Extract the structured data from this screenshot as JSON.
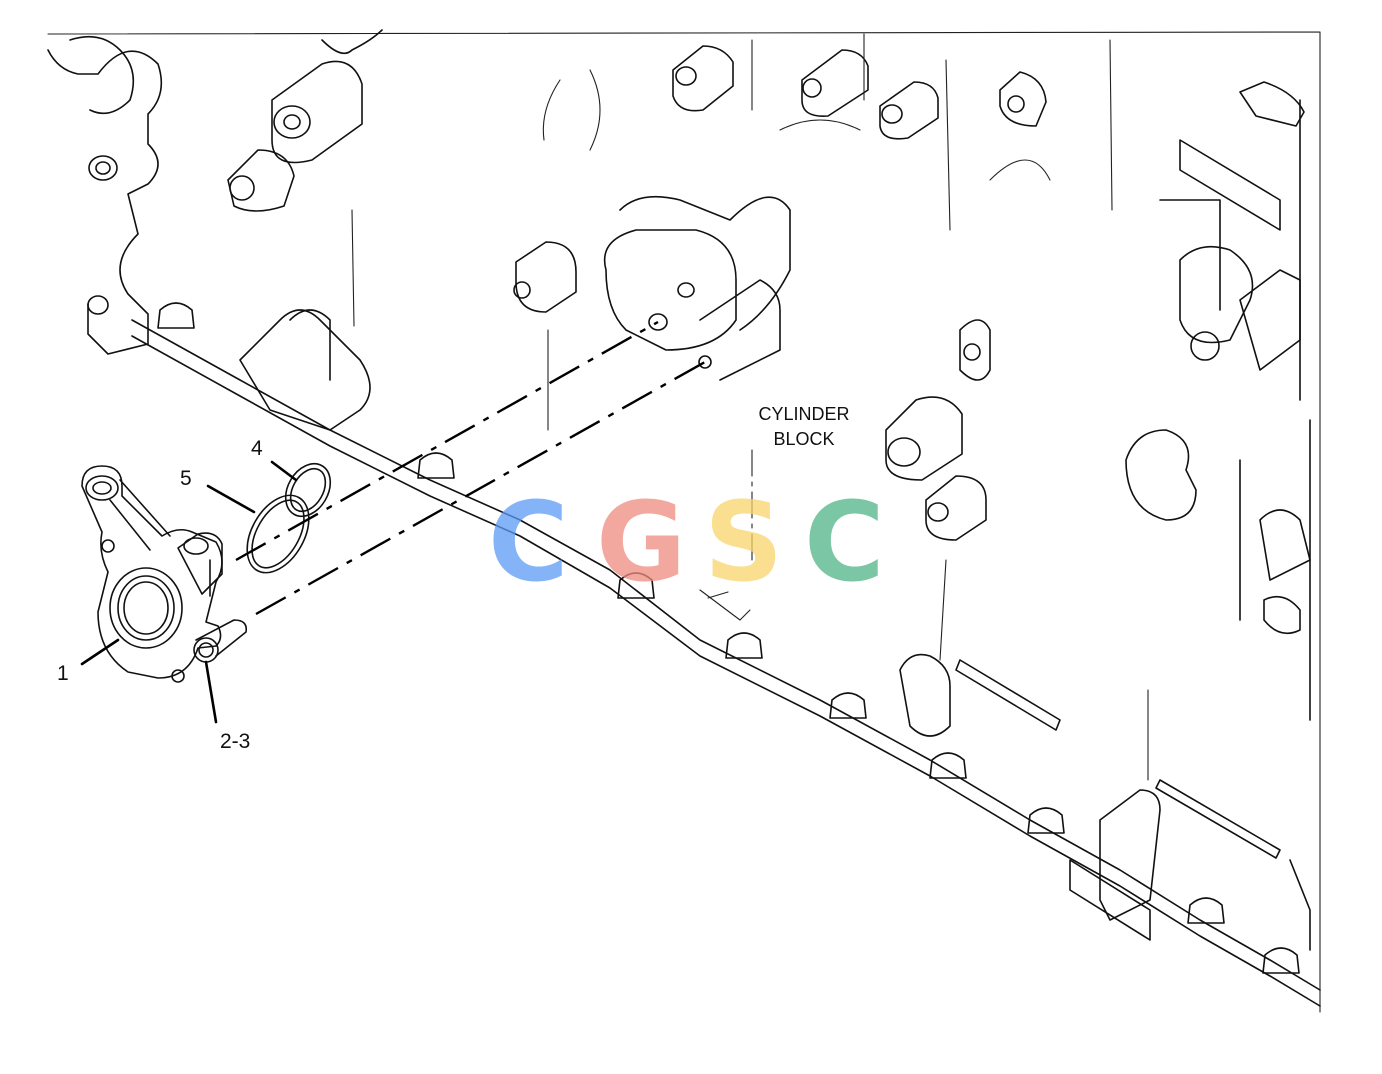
{
  "diagram": {
    "callouts": {
      "part_1": "1",
      "part_2_3": "2-3",
      "part_4": "4",
      "part_5": "5"
    },
    "block_label_line1": "CYLINDER",
    "block_label_line2": "BLOCK",
    "watermark": {
      "letters": [
        "C",
        "G",
        "S",
        "C"
      ],
      "colors": [
        "#5b9cf5",
        "#f08c7f",
        "#f7d56a",
        "#4fb487"
      ]
    }
  }
}
